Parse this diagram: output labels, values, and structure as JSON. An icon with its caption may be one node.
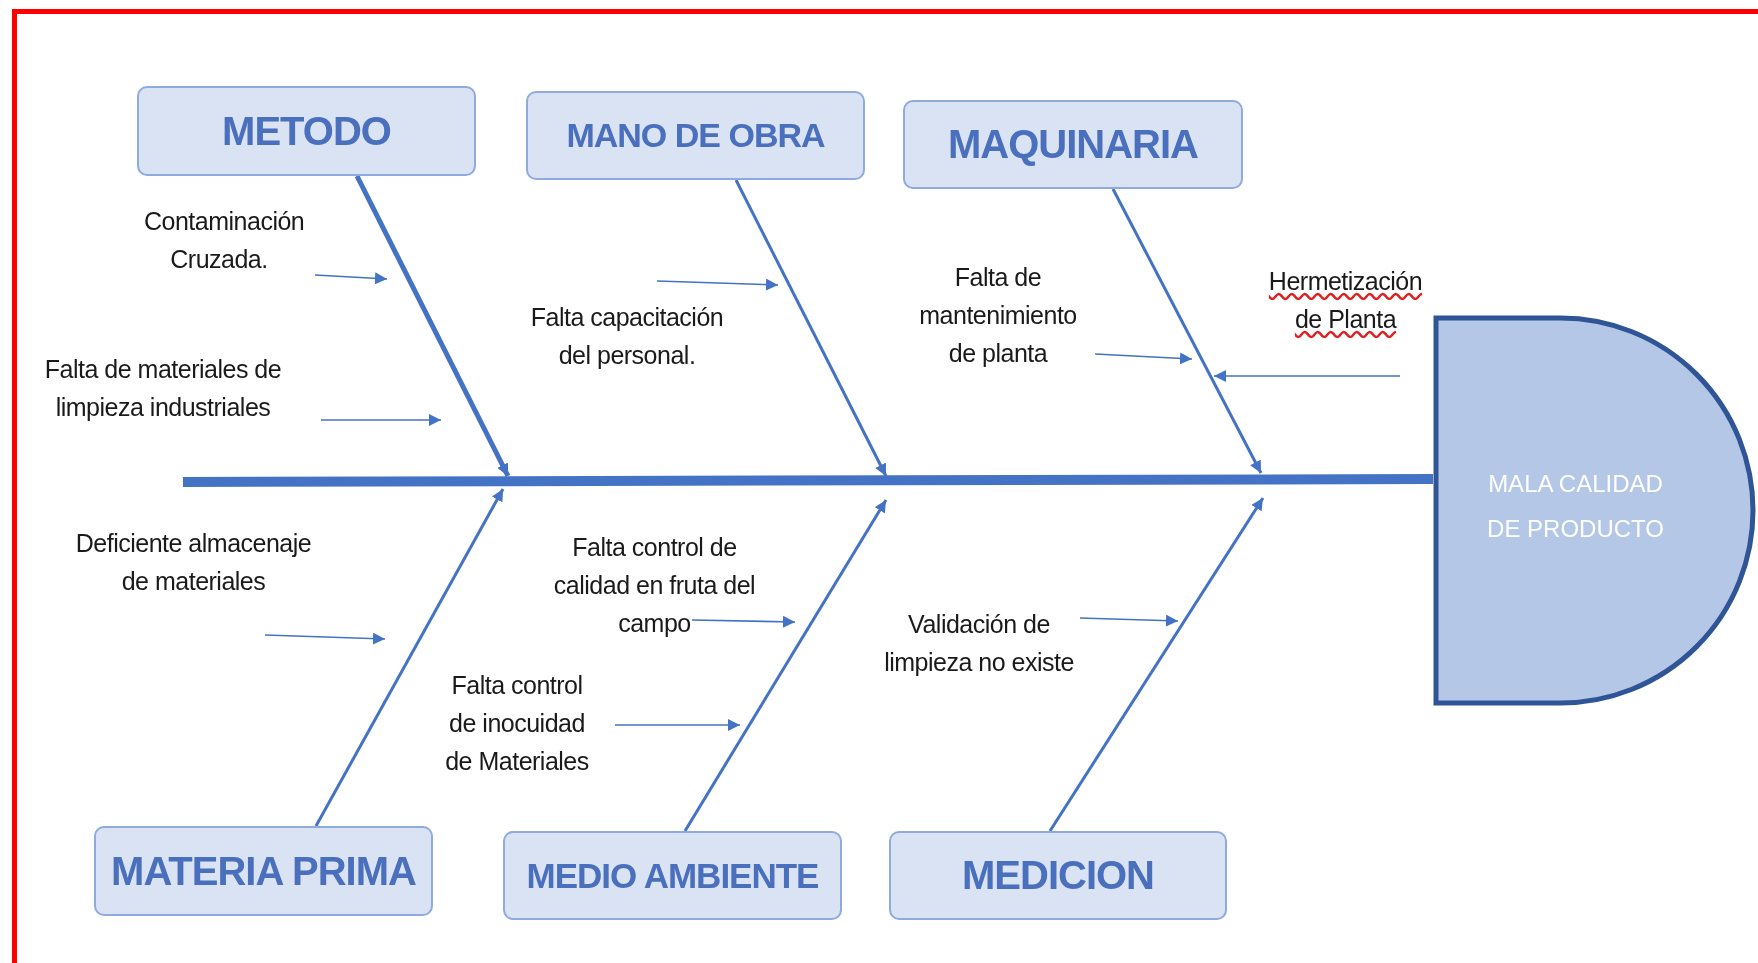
{
  "diagram": {
    "nodes": [
      {
        "text": [
          "METODO"
        ]
      },
      {
        "text": [
          "MANO DE OBRA"
        ]
      },
      {
        "text": [
          "MAQUINARIA"
        ]
      },
      {
        "text": [
          "Contaminación Cruzada."
        ]
      },
      {
        "text": [
          "Falta capacitación del personal."
        ]
      },
      {
        "text": [
          "Falta de mantenimiento de planta"
        ]
      },
      {
        "text": [
          "Hermetización de Planta"
        ]
      },
      {
        "text": [
          "Falta de materiales de limpieza industriales"
        ]
      },
      {
        "text": [
          "MALA CALIDAD DE PRODUCTO"
        ]
      },
      {
        "text": [
          "Deficiente almacenaje de materiales"
        ]
      },
      {
        "text": [
          "Falta control de calidad en fruta del campo"
        ]
      },
      {
        "text": [
          "Validación de limpieza no existe"
        ]
      },
      {
        "text": [
          "Falta control de inocuidad de Materiales"
        ]
      },
      {
        "text": [
          "MATERIA PRIMA"
        ]
      },
      {
        "text": [
          "MEDIO AMBIENTE"
        ]
      },
      {
        "text": [
          "MEDICION"
        ]
      }
    ],
    "edges": [
      {
        "from": 0,
        "to": null,
        "arrow": "to",
        "style": "thick"
      },
      {
        "from": 1,
        "to": null,
        "arrow": "to"
      },
      {
        "from": 2,
        "to": null,
        "arrow": "to"
      },
      {
        "from": 13,
        "to": null,
        "arrow": "to"
      },
      {
        "from": 14,
        "to": null,
        "arrow": "to"
      },
      {
        "from": 15,
        "to": null,
        "arrow": "to"
      },
      {
        "from": null,
        "to": 8,
        "arrow": "none",
        "style": "thick"
      },
      {
        "from": 3,
        "to": null,
        "arrow": "to"
      },
      {
        "from": 7,
        "to": null,
        "arrow": "to"
      },
      {
        "from": 4,
        "to": null,
        "arrow": "to"
      },
      {
        "from": 5,
        "to": null,
        "arrow": "to"
      },
      {
        "from": 6,
        "to": null,
        "arrow": "to"
      },
      {
        "from": 9,
        "to": null,
        "arrow": "to"
      },
      {
        "from": 10,
        "to": null,
        "arrow": "to"
      },
      {
        "from": 12,
        "to": null,
        "arrow": "to"
      },
      {
        "from": 11,
        "to": null,
        "arrow": "to"
      }
    ]
  }
}
